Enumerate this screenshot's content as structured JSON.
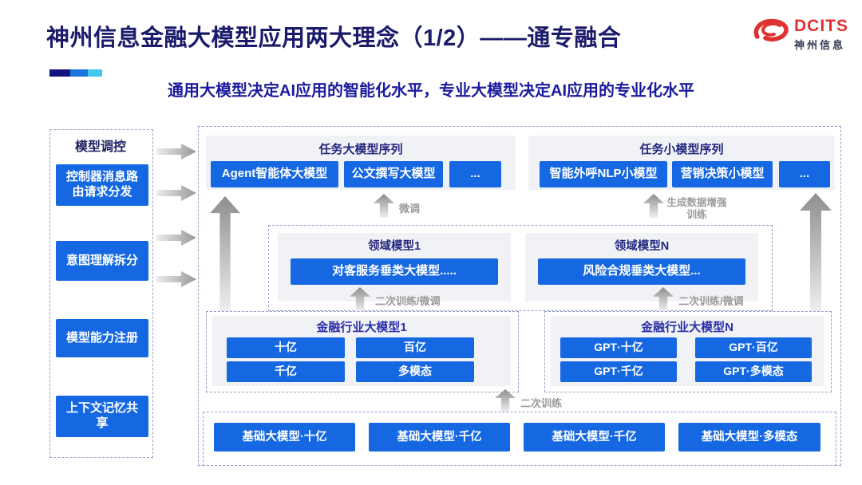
{
  "header": {
    "title": "神州信息金融大模型应用两大理念（1/2）——通专融合",
    "subtitle": "通用大模型决定AI应用的智能化水平，专业大模型决定AI应用的专业化水平",
    "accent_colors": [
      "#11137f",
      "#1b74dd",
      "#45c6f1"
    ],
    "logo": {
      "brand": "DCITS",
      "brand_cn": "神州信息",
      "color": "#e03131"
    }
  },
  "colors": {
    "box_blue": "#1568e2",
    "title_navy": "#1b1b6b",
    "subtitle_blue": "#1b1b9e",
    "arrow_gray": "#9a9a9a"
  },
  "sidebar": {
    "title": "模型调控",
    "items": [
      {
        "label": "控制器消息路由请求分发"
      },
      {
        "label": "意图理解拆分"
      },
      {
        "label": "模型能力注册"
      },
      {
        "label": "上下文记忆共享"
      }
    ]
  },
  "diagram": {
    "task_large": {
      "title": "任务大模型序列",
      "items": [
        "Agent智能体大模型",
        "公文撰写大模型",
        "..."
      ]
    },
    "task_small": {
      "title": "任务小模型序列",
      "items": [
        "智能外呼NLP小模型",
        "营销决策小模型",
        "..."
      ]
    },
    "labels": {
      "fine_tune": "微调",
      "gen_data_train": "生成数据增强训练",
      "retrain_ft": "二次训练/微调",
      "retrain": "二次训练"
    },
    "domain": {
      "d1": {
        "title": "领域模型1",
        "item": "对客服务垂类大模型....."
      },
      "dn": {
        "title": "领域模型N",
        "item": "风险合规垂类大模型..."
      }
    },
    "industry": {
      "i1": {
        "title": "金融行业大模型1",
        "items": [
          "十亿",
          "百亿",
          "千亿",
          "多模态"
        ]
      },
      "in": {
        "title": "金融行业大模型N",
        "items": [
          "GPT·十亿",
          "GPT·百亿",
          "GPT·千亿",
          "GPT·多模态"
        ]
      }
    },
    "base": {
      "items": [
        "基础大模型·十亿",
        "基础大模型·千亿",
        "基础大模型·千亿",
        "基础大模型·多模态"
      ]
    }
  }
}
